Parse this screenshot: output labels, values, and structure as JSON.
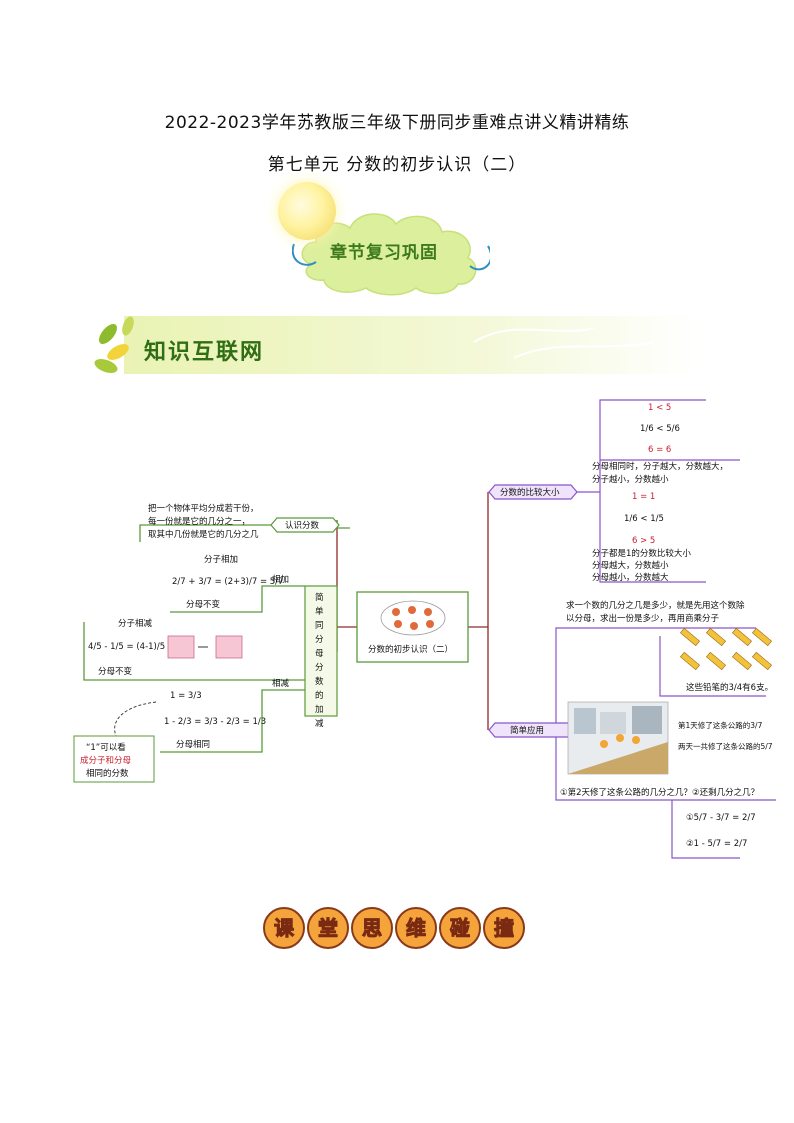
{
  "header": {
    "title": "2022-2023学年苏教版三年级下册同步重难点讲义精讲精练",
    "subtitle": "第七单元  分数的初步认识（二）"
  },
  "review_badge": {
    "label": "章节复习巩固"
  },
  "section_banner": {
    "label": "知识互联网"
  },
  "mindmap": {
    "center": "分数的初步认识（二）",
    "left_branch": {
      "recognize": {
        "label": "认识分数",
        "desc": [
          "把一个物体平均分成若干份，",
          "每一份就是它的几分之一，",
          "取其中几份就是它的几分之几"
        ]
      },
      "addsub": {
        "label": "简单同分母分数的加减",
        "add_tag": "相加",
        "sub_tag": "相减",
        "add_example": {
          "top_note": "分子相加",
          "bottom_note": "分母不变",
          "formula": "2/7 + 3/7 = (2+3)/7 = 5/7"
        },
        "sub_example": {
          "top_note": "分子相减",
          "bottom_note": "分母不变",
          "formula": "4/5 - 1/5 = (4-1)/5 = 3/5"
        },
        "one_example": {
          "line1": "1 = 3/3",
          "line2": "1 - 2/3 = 3/3 - 2/3 = 1/3",
          "bottom_note": "分母相同"
        },
        "note_box": [
          "“1”可以看",
          "成分子和分母",
          "相同的分数"
        ]
      }
    },
    "right_branch": {
      "compare": {
        "label": "分数的比较大小",
        "ex1": {
          "top": "1 < 5",
          "mid": "1/6 < 5/6",
          "bottom": "6 = 6"
        },
        "rule1": [
          "分母相同时，分子越大，分数越大，",
          "分子越小，分数越小"
        ],
        "ex2": {
          "top": "1 = 1",
          "mid": "1/6 < 1/5",
          "bottom": "6 > 5"
        },
        "rule2": [
          "分子都是1的分数比较大小",
          "分母越大，分数越小",
          "分母越小，分数越大"
        ]
      },
      "apply": {
        "label": "简单应用",
        "desc": [
          "求一个数的几分之几是多少，就是先用这个数除",
          "以分母，求出一份是多少，再用商乘分子"
        ],
        "pencil_caption": "这些铅笔的3/4有6支。",
        "road_line1": "第1天修了这条公路的3/7",
        "road_line2": "两天一共修了这条公路的5/7",
        "question": "①第2天修了这条公路的几分之几？②还剩几分之几？",
        "answer1": "①5/7 - 3/7 = 2/7",
        "answer2": "②1 - 5/7 = 2/7"
      }
    }
  },
  "footer_banner": {
    "chars": [
      "课",
      "堂",
      "思",
      "维",
      "碰",
      "撞"
    ]
  },
  "colors": {
    "branch": "#8e2a2a",
    "box_border": "#5b9a3a",
    "purple": "#8a55c9",
    "red": "#c81e2c",
    "green_text": "#2f6e14"
  }
}
